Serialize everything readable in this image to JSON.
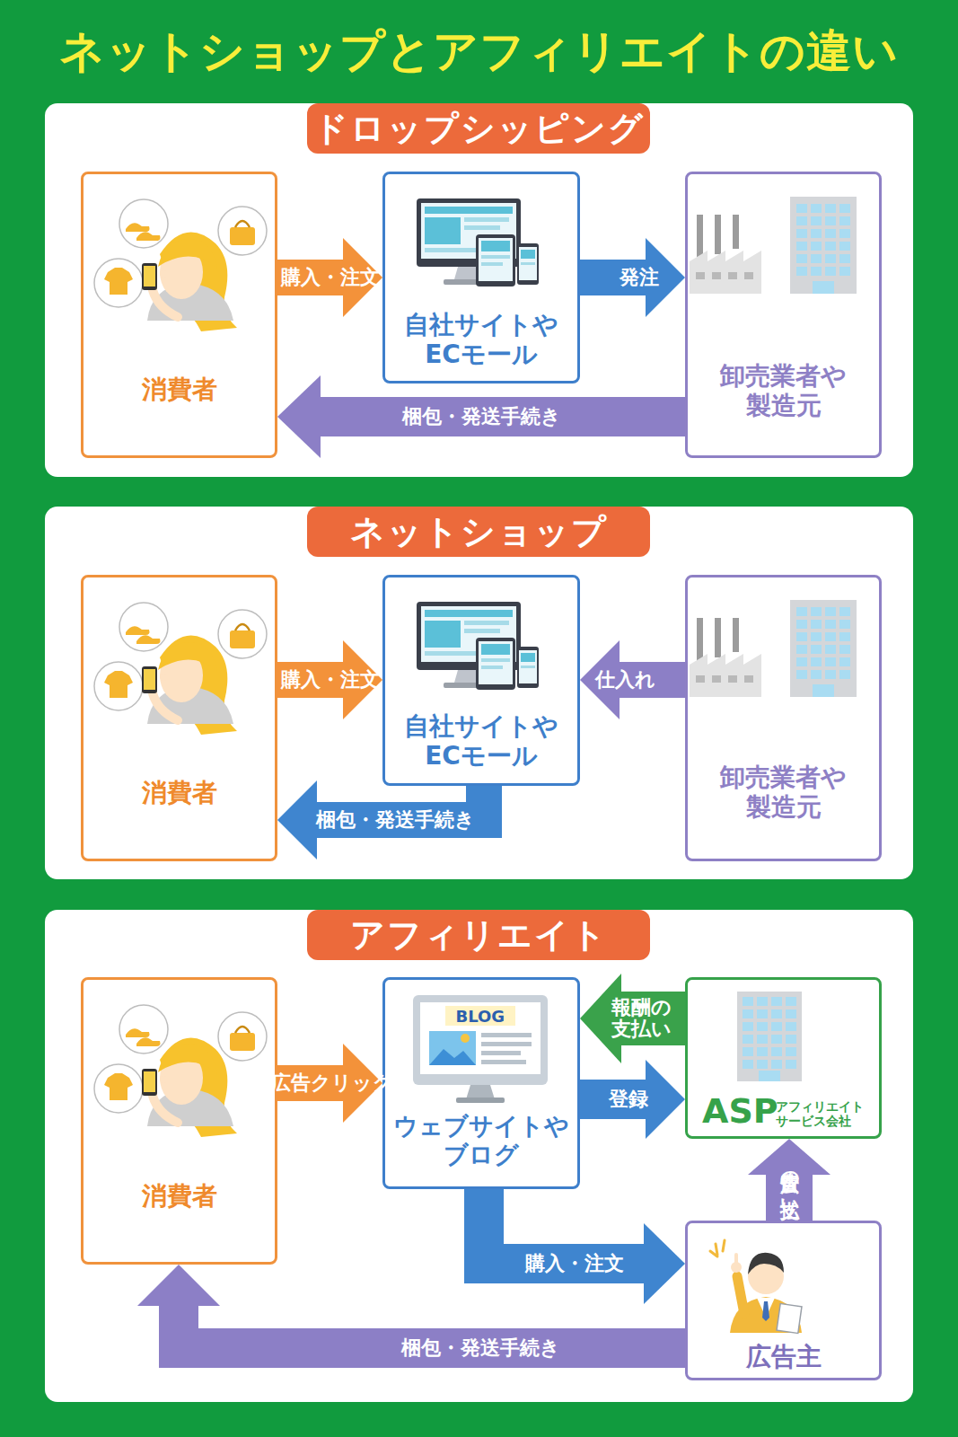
{
  "diagram": {
    "title": "ネットショップとアフィリエイトの違い",
    "nodes": [
      {
        "text": [
          "ドロップシッピング"
        ]
      },
      {
        "text": [
          "消費者"
        ],
        "in": 0
      },
      {
        "text": [
          "自社サイトや ECモール"
        ],
        "in": 0
      },
      {
        "text": [
          "卸売業者や 製造元"
        ],
        "in": 0
      },
      {
        "text": [
          "ネットショップ"
        ]
      },
      {
        "text": [
          "消費者"
        ],
        "in": 4
      },
      {
        "text": [
          "自社サイトや ECモール"
        ],
        "in": 4
      },
      {
        "text": [
          "卸売業者や 製造元"
        ],
        "in": 4
      },
      {
        "text": [
          "アフィリエイト"
        ]
      },
      {
        "text": [
          "消費者"
        ],
        "in": 8
      },
      {
        "text": [
          "ウェブサイトや ブログ"
        ],
        "in": 8
      },
      {
        "text": [
          "ASP",
          "アフィリエイト サービス会社"
        ],
        "in": 8
      },
      {
        "text": [
          "広告主"
        ],
        "in": 8
      }
    ],
    "edges": [
      {
        "from": 1,
        "to": 2,
        "label": "購入・注文",
        "arrow": "to"
      },
      {
        "from": 2,
        "to": 3,
        "label": "発注",
        "arrow": "to"
      },
      {
        "from": 3,
        "to": 1,
        "label": "梱包・発送手続き",
        "arrow": "to"
      },
      {
        "from": 5,
        "to": 6,
        "label": "購入・注文",
        "arrow": "to"
      },
      {
        "from": 7,
        "to": 6,
        "label": "仕入れ",
        "arrow": "to"
      },
      {
        "from": 6,
        "to": 5,
        "label": "梱包・発送手続き",
        "arrow": "to"
      },
      {
        "from": 9,
        "to": 10,
        "label": "広告クリック",
        "arrow": "to"
      },
      {
        "from": 11,
        "to": 10,
        "label": "報酬の 支払い",
        "arrow": "to"
      },
      {
        "from": 10,
        "to": 11,
        "label": "登録",
        "arrow": "to"
      },
      {
        "from": 10,
        "to": 12,
        "label": "購入・注文",
        "arrow": "to"
      },
      {
        "from": 12,
        "to": 11,
        "label": "広告費の 支払い",
        "arrow": "to"
      },
      {
        "from": 12,
        "to": 9,
        "label": "梱包・発送手続き",
        "arrow": "to"
      }
    ],
    "labels": [
      "BLOG"
    ]
  }
}
